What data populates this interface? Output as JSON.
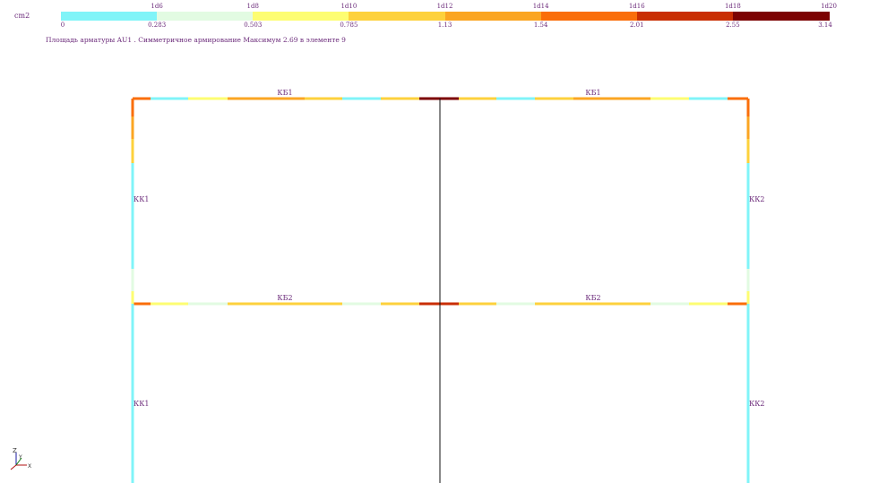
{
  "legend": {
    "unit": "cm2",
    "caption": "Площадь арматуры AU1 . Симметричное армирование Максимум 2.69 в элементе 9",
    "segments": [
      {
        "color": "#80f4f8",
        "top_label": "1d6",
        "bottom_label": "0"
      },
      {
        "color": "#e2fbe2",
        "top_label": "1d8",
        "bottom_label": "0.283"
      },
      {
        "color": "#fdfd72",
        "top_label": "1d10",
        "bottom_label": "0.503"
      },
      {
        "color": "#fdd13c",
        "top_label": "1d12",
        "bottom_label": "0.785"
      },
      {
        "color": "#fba522",
        "top_label": "1d14",
        "bottom_label": "1.13"
      },
      {
        "color": "#fa6e0a",
        "top_label": "1d16",
        "bottom_label": "1.54"
      },
      {
        "color": "#c92e02",
        "top_label": "1d18",
        "bottom_label": "2.01"
      },
      {
        "color": "#7c0202",
        "top_label": "1d20",
        "bottom_label": "2.55"
      }
    ],
    "last_bottom_label": "3.14"
  },
  "members": {
    "top_left_beam": "КБ1",
    "top_right_beam": "КБ1",
    "mid_left_beam": "КБ2",
    "mid_right_beam": "КБ2",
    "left_col_upper": "КК1",
    "left_col_lower": "КК1",
    "right_col_upper": "КК2",
    "right_col_lower": "КК2"
  },
  "axes": {
    "z": "Z",
    "y": "Y",
    "x": "X"
  }
}
